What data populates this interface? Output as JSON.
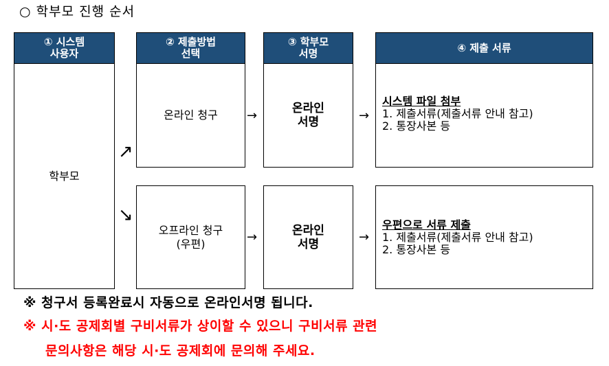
{
  "title": "○  학부모 진행 순서",
  "headers": [
    {
      "label": "① 시스템\n사용자"
    },
    {
      "label": "② 제출방법\n선택"
    },
    {
      "label": "③ 학부모\n서명"
    },
    {
      "label": "④ 제출 서류"
    }
  ],
  "user_box": {
    "label": "학부모"
  },
  "online_path": {
    "method": "온라인 청구",
    "sign": "온라인\n서명",
    "doc_title": "시스템 파일 첨부",
    "doc_items": [
      "1. 제출서류(제출서류 안내 참고)",
      "2. 통장사본 등"
    ]
  },
  "offline_path": {
    "method": "오프라인 청구\n(우편)",
    "sign": "온라인\n서명",
    "doc_title": "우편으로 서류 제출",
    "doc_items": [
      "1. 제출서류(제출서류 안내 참고)",
      "2. 통장사본 등"
    ]
  },
  "arrows": {
    "up": "↗",
    "down": "↘",
    "right": "→"
  },
  "notes": {
    "note1": "※ 청구서 등록완료시 자동으로 온라인서명 됩니다.",
    "note2_line1": "※ 시·도 공제회별 구비서류가 상이할 수 있으니 구비서류 관련",
    "note2_line2": "문의사항은 해당 시·도 공제회에 문의해 주세요."
  },
  "colors": {
    "header_bg": "#1f4e79",
    "warning_text": "#ff0000"
  }
}
